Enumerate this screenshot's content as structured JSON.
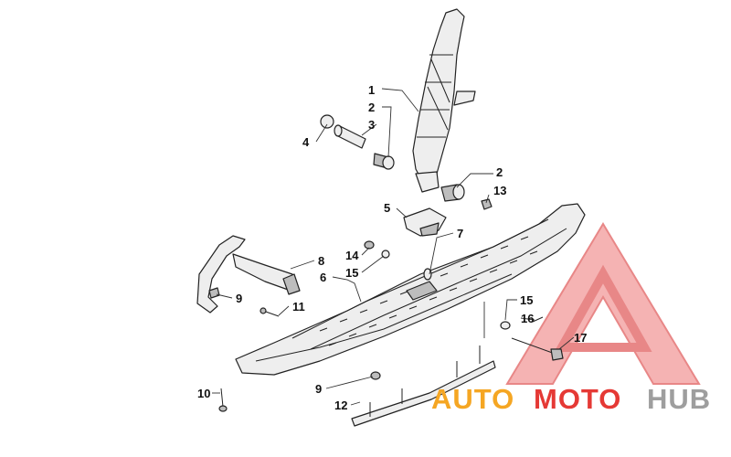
{
  "callouts": {
    "c1": "1",
    "c2a": "2",
    "c2b": "2",
    "c3": "3",
    "c4": "4",
    "c5": "5",
    "c6": "6",
    "c7": "7",
    "c8": "8",
    "c9a": "9",
    "c9b": "9",
    "c10": "10",
    "c11": "11",
    "c12": "12",
    "c13": "13",
    "c14": "14",
    "c15a": "15",
    "c15b": "15",
    "c16": "16",
    "c17": "17"
  },
  "watermark": {
    "part1": "AUTO",
    "part2": "MOTO",
    "part3": "HUB",
    "color_orange": "#f5a623",
    "color_red": "#e53935",
    "color_gray": "#9e9e9e"
  }
}
